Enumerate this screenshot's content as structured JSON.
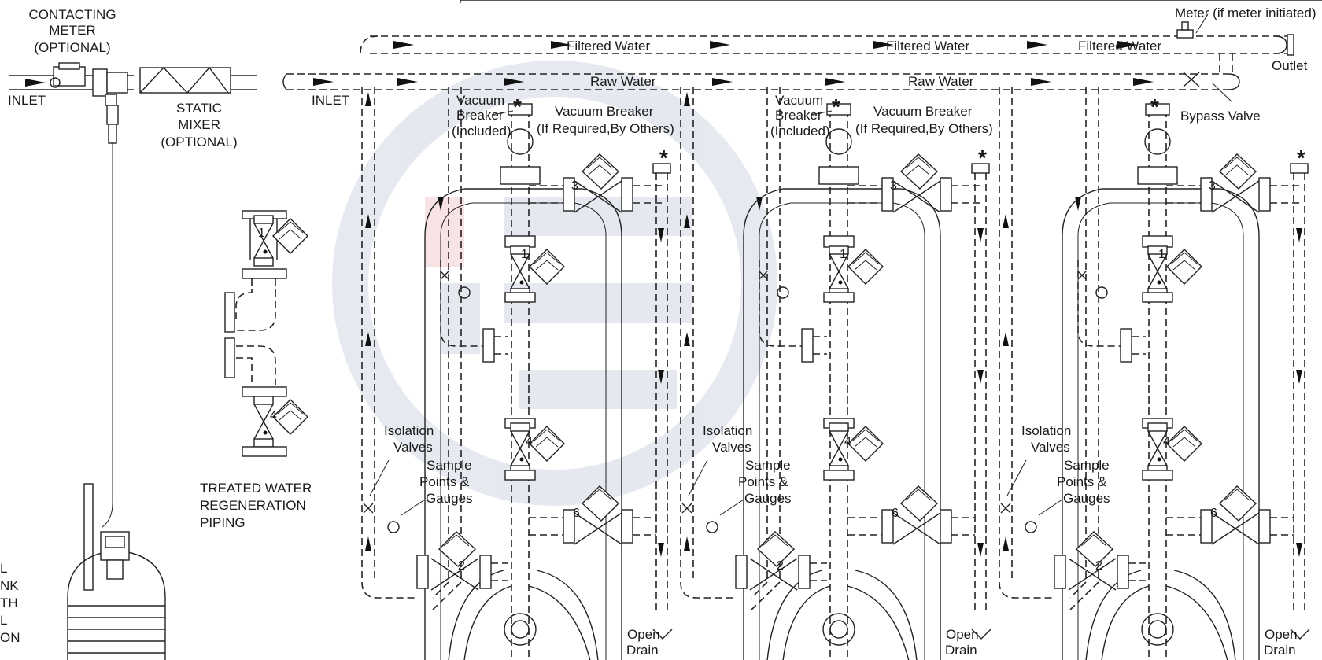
{
  "labels": {
    "contacting_meter_1": "CONTACTING",
    "contacting_meter_2": "METER",
    "contacting_meter_3": "(OPTIONAL)",
    "inlet_left": "INLET",
    "static_mixer_1": "STATIC",
    "static_mixer_2": "MIXER",
    "static_mixer_3": "(OPTIONAL)",
    "inlet_main": "INLET",
    "treated_1": "TREATED WATER",
    "treated_2": "REGENERATION",
    "treated_3": "PIPING",
    "filtered_water": "Filtered Water",
    "raw_water": "Raw Water",
    "meter_note": "Meter (if meter initiated)",
    "outlet": "Outlet",
    "bypass_valve": "Bypass Valve",
    "vacuum_breaker_included_1": "Vacuum",
    "vacuum_breaker_included_2": "Breaker",
    "vacuum_breaker_included_3": "(Included)",
    "vacuum_breaker_others_1": "Vacuum Breaker",
    "vacuum_breaker_others_2": "(If Required,By Others)",
    "isolation_1": "Isolation",
    "isolation_2": "Valves",
    "sample_1": "Sample",
    "sample_2": "Points &",
    "sample_3": "Gauges",
    "open_drain_1": "Open",
    "open_drain_2": "Drain",
    "tank_cut": [
      "L",
      "NK",
      "TH",
      "L",
      "ON"
    ],
    "asterisk": "*"
  },
  "valves": {
    "v1": "1",
    "v2": "2",
    "v3": "3",
    "v4": "4",
    "v6": "6"
  }
}
